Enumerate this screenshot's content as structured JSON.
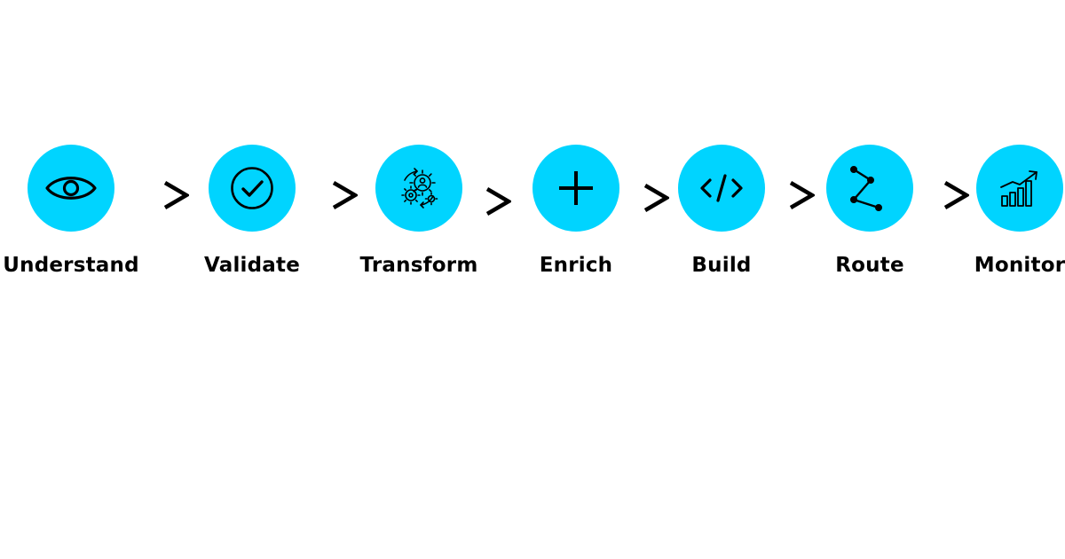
{
  "colors": {
    "circle": "#00D4FF",
    "ink": "#000000",
    "background": "#FFFFFF"
  },
  "separator_icon": "chevron-right-icon",
  "steps": [
    {
      "label": "Understand",
      "icon": "eye-icon"
    },
    {
      "label": "Validate",
      "icon": "check-circle-icon"
    },
    {
      "label": "Transform",
      "icon": "gears-person-cycle-icon"
    },
    {
      "label": "Enrich",
      "icon": "plus-icon"
    },
    {
      "label": "Build",
      "icon": "code-icon"
    },
    {
      "label": "Route",
      "icon": "route-path-icon"
    },
    {
      "label": "Monitor",
      "icon": "growth-bar-chart-icon"
    }
  ]
}
